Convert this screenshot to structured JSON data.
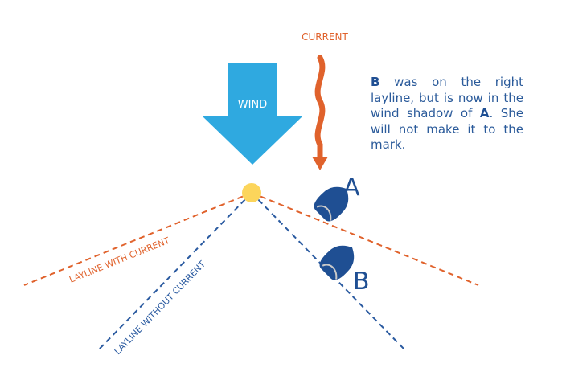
{
  "labels": {
    "current": "CURRENT",
    "wind": "WIND",
    "layline_with_current": "LAYLINE WITH CURRENT",
    "layline_without_current": "LAYLINE WITHOUT CURRENT",
    "boat_a": "A",
    "boat_b": "B"
  },
  "note": {
    "part1": "B",
    "part2": " was on the right layline, but is now in the wind shadow of ",
    "part3": "A",
    "part4": ". She will not make it to the mark."
  },
  "colors": {
    "wind_arrow": "#2fa9e0",
    "current_arrow": "#e0622c",
    "layline_with_current": "#e0622c",
    "layline_without_current": "#2a5aa0",
    "mark": "#fcd55b",
    "boat": "#1f4f93",
    "note_text": "#2a5a9a"
  },
  "icons": {
    "boat_a": "sailboat-icon",
    "boat_b": "sailboat-icon",
    "mark": "buoy-mark-icon"
  }
}
